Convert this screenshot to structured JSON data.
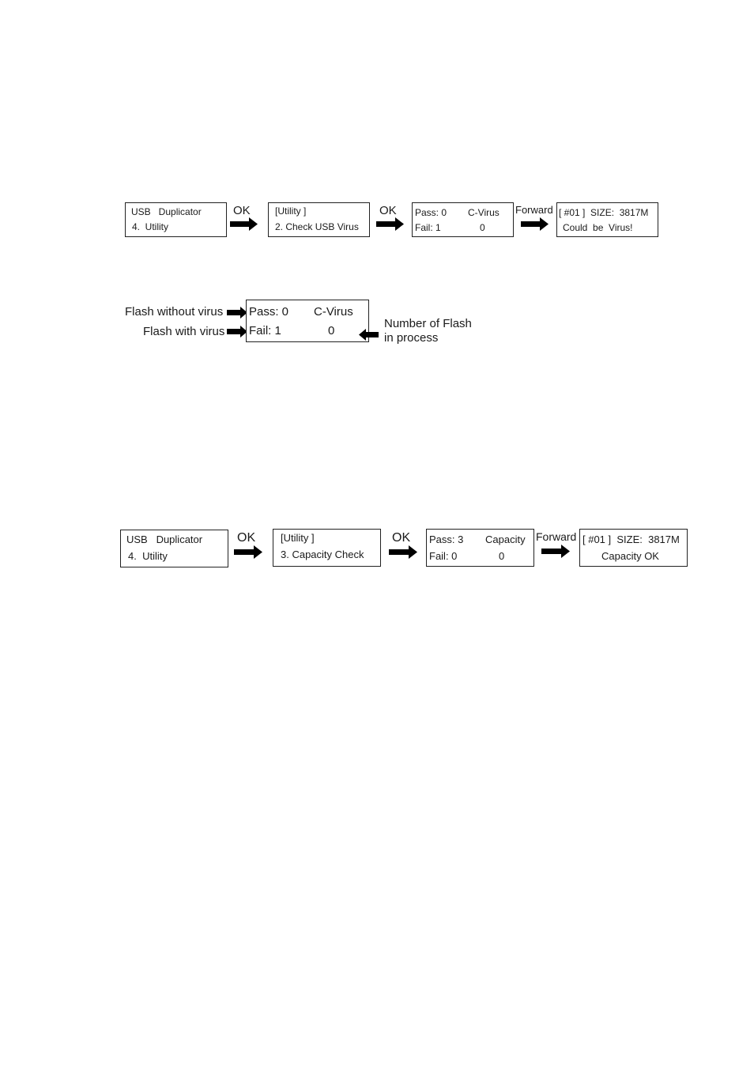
{
  "flow_virus": {
    "screen1": {
      "line1": "USB   Duplicator",
      "line2": "4.  Utility"
    },
    "step1_label": "OK",
    "screen2": {
      "line1": "[Utility ]",
      "line2": "2. Check USB Virus"
    },
    "step2_label": "OK",
    "screen3": {
      "pass": "Pass: 0",
      "mode": "C-Virus",
      "fail": "Fail: 1",
      "count": "0"
    },
    "step3_label": "Forward",
    "screen4": {
      "line1": "[ #01 ]  SIZE:  3817M",
      "line2": "Could  be  Virus!"
    }
  },
  "legend": {
    "pass_callout": "Flash without virus",
    "fail_callout": "Flash with virus",
    "screen": {
      "pass": "Pass: 0",
      "mode": "C-Virus",
      "fail": "Fail: 1",
      "count": "0"
    },
    "count_callout_line1": "Number of Flash",
    "count_callout_line2": "in process"
  },
  "flow_capacity": {
    "screen1": {
      "line1": "USB   Duplicator",
      "line2": "4.  Utility"
    },
    "step1_label": "OK",
    "screen2": {
      "line1": "[Utility ]",
      "line2": "3. Capacity Check"
    },
    "step2_label": "OK",
    "screen3": {
      "pass": "Pass: 3",
      "mode": "Capacity",
      "fail": "Fail: 0",
      "count": "0"
    },
    "step3_label": "Forward",
    "screen4": {
      "line1": "[ #01 ]  SIZE:  3817M",
      "line2": "Capacity OK"
    }
  },
  "icons": {
    "arrow": "right-arrow-icon",
    "arrow_left": "left-arrow-icon"
  }
}
